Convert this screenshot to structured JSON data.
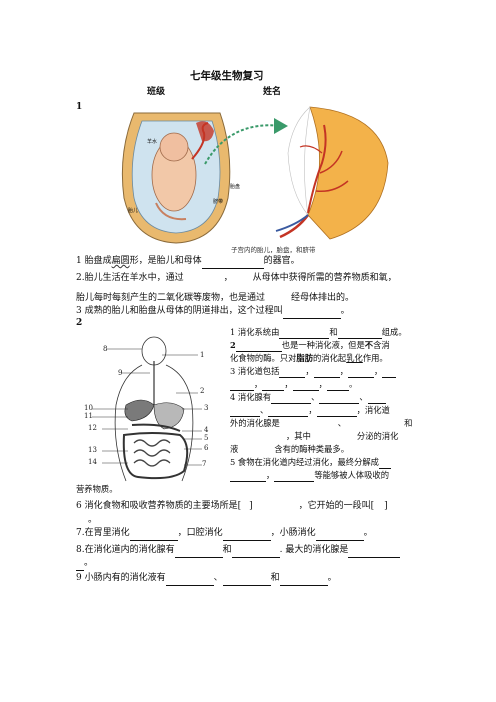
{
  "title": "七年级生物复习",
  "class_label": "班级",
  "name_label": "姓名",
  "sec1_number": "1",
  "sec2_number": "2",
  "fig1": {
    "label_amniotic": "羊水",
    "label_placenta": "胎盘",
    "label_cord": "脐带",
    "label_fetus": "胎儿",
    "caption": "子宫内的胎儿，胎盘，和脐带"
  },
  "q_section1": {
    "q1_a": "1 胎盘成",
    "q1_wavy": "扁圆",
    "q1_b": "形，是胎儿和母体",
    "q1_c": "的器官。",
    "q2_a": "2.胎儿生活在羊水中，通过",
    "q2_b": "，",
    "q2_c": "从母体中获得所需的营养物质和氧，",
    "q2_line2_a": "胎儿每时每刻产生的二氧化碳等废物，也是通过",
    "q2_line2_b": "经母体排出的。",
    "q3_a": "3 成熟的胎儿和胎盘从母体的阴道排出，这个过程叫",
    "q3_b": "。"
  },
  "digestive_numbers": [
    "8",
    "9",
    "1",
    "10",
    "11",
    "12",
    "13",
    "14",
    "2",
    "3",
    "4",
    "5",
    "6",
    "7"
  ],
  "q_section2": {
    "r1_a": "1 消化系统由",
    "r1_b": "和",
    "r1_c": "组成。",
    "r2_bold": "2",
    "r2_a": "也是一种消化液，但是",
    "r2_bold2": "不",
    "r2_b": "含消",
    "r3_a": "化食物的酶。只对",
    "r3_bold": "脂肪",
    "r3_b": "的消化起",
    "r3_ul": "乳化",
    "r3_c": "作用。",
    "r4_a": "3 消化道包括",
    "r4_sep": "，",
    "r5_end": "。",
    "r6_a": "4 消化腺有",
    "r6_sep": "、",
    "r7_sep": "，",
    "r7_end": "，消化道",
    "r8_a": "外的消化腺是",
    "r8_b": "、",
    "r8_c": "和",
    "r9_a": "，其中",
    "r9_b": "分泌的消化",
    "r10_a": "液",
    "r10_b": "含有的酶种类最多。",
    "r11_a": "5 食物在消化道内经过消化，最终分解成",
    "r12_a": "，",
    "r12_b": "等能够被人体吸收的",
    "r13_a": "营养物质。"
  },
  "q_bottom": {
    "q6_a": "6  消化食物和吸收营养物质的主要场所是[",
    "q6_b": "]",
    "q6_c": "，它开始的一段叫[",
    "q6_d": "]",
    "q6_end": "。",
    "q7_a": "7.在胃里消化",
    "q7_b": "，口腔消化",
    "q7_c": "，小肠消化",
    "q7_d": "。",
    "q8_a": "8.在消化道内的消化腺有",
    "q8_b": "和",
    "q8_c": ". 最大的消化腺是",
    "q8_d": "。",
    "q9_a": "9 小肠内有的消化液有",
    "q9_b": "、",
    "q9_c": "和",
    "q9_d": "。"
  },
  "colors": {
    "uterus_wall": "#e9b96e",
    "amniotic": "#cfe3ef",
    "placenta_tissue": "#f3b24a",
    "blood_red": "#c43424",
    "arrow_green": "#3a9a6a"
  }
}
